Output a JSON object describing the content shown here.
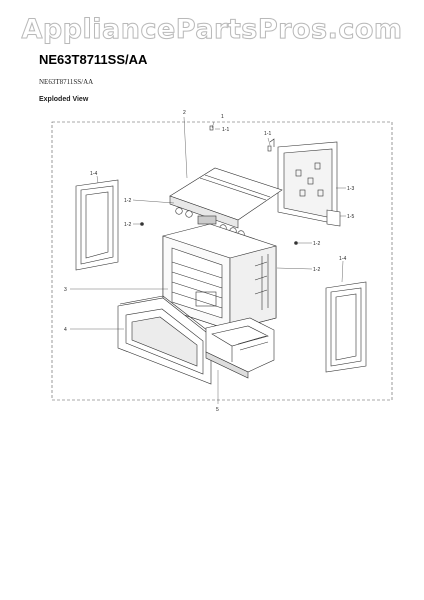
{
  "watermark": "AppliancePartsPros.com",
  "header": {
    "model_title": "NE63T8711SS/AA",
    "model_small": "NE63T8711SS/AA",
    "section_label": "Exploded View"
  },
  "callouts": {
    "c1": "1",
    "c1_1a": "1-1",
    "c1_1b": "1-1",
    "c2": "2",
    "c1_2a": "1-2",
    "c1_2b": "1-2",
    "c1_2c": "1-2",
    "c1_2d": "1-2",
    "c1_3": "1-3",
    "c1_4a": "1-4",
    "c1_4b": "1-4",
    "c1_5": "1-5",
    "c3": "3",
    "c4": "4",
    "c5": "5"
  }
}
